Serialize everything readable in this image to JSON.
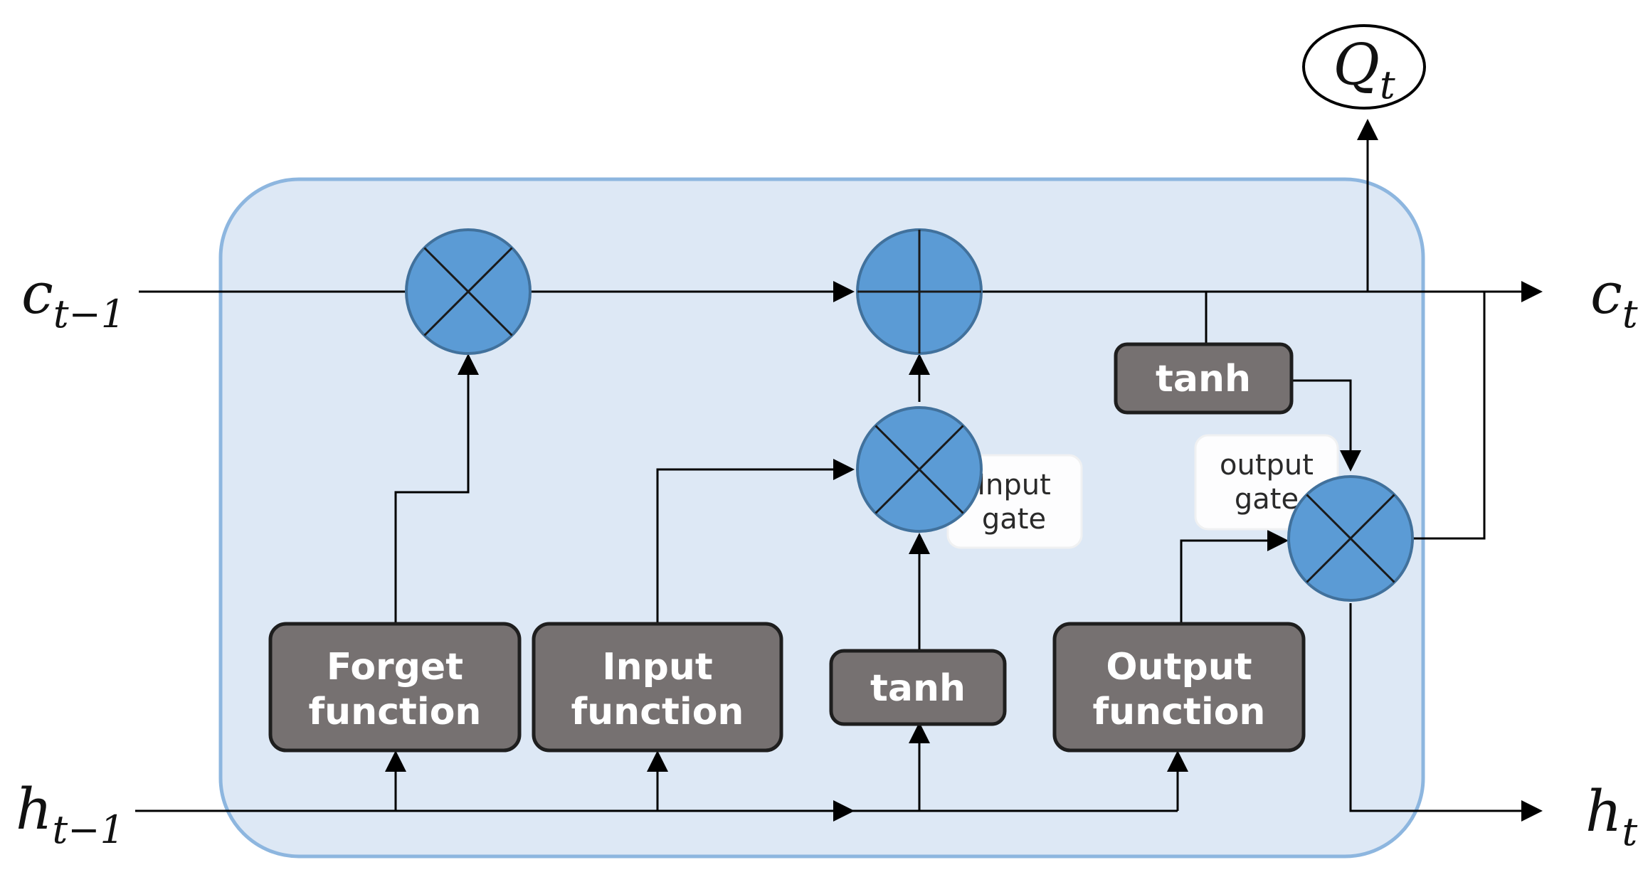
{
  "variables": {
    "c_prev": {
      "base": "c",
      "sub": "t−1"
    },
    "h_prev": {
      "base": "h",
      "sub": "t−1"
    },
    "c_next": {
      "base": "c",
      "sub": "t"
    },
    "h_next": {
      "base": "h",
      "sub": "t"
    },
    "q_out": {
      "base": "Q",
      "sub": "t"
    }
  },
  "blocks": {
    "forget": {
      "line1": "Forget",
      "line2": "function"
    },
    "input": {
      "line1": "Input",
      "line2": "function"
    },
    "tanh_candidate": {
      "line1": "tanh"
    },
    "output": {
      "line1": "Output",
      "line2": "function"
    },
    "tanh_cell": {
      "line1": "tanh"
    }
  },
  "gate_labels": {
    "input_gate": {
      "line1": "Input",
      "line2": "gate"
    },
    "output_gate": {
      "line1": "output",
      "line2": "gate"
    }
  },
  "colors": {
    "cell_fill": "#dde8f5",
    "cell_border": "#8db6df",
    "node_fill": "#5b9bd5",
    "node_stroke": "#41719c",
    "block_fill": "#767171",
    "block_stroke": "#1e1e1e",
    "line": "#000000"
  }
}
